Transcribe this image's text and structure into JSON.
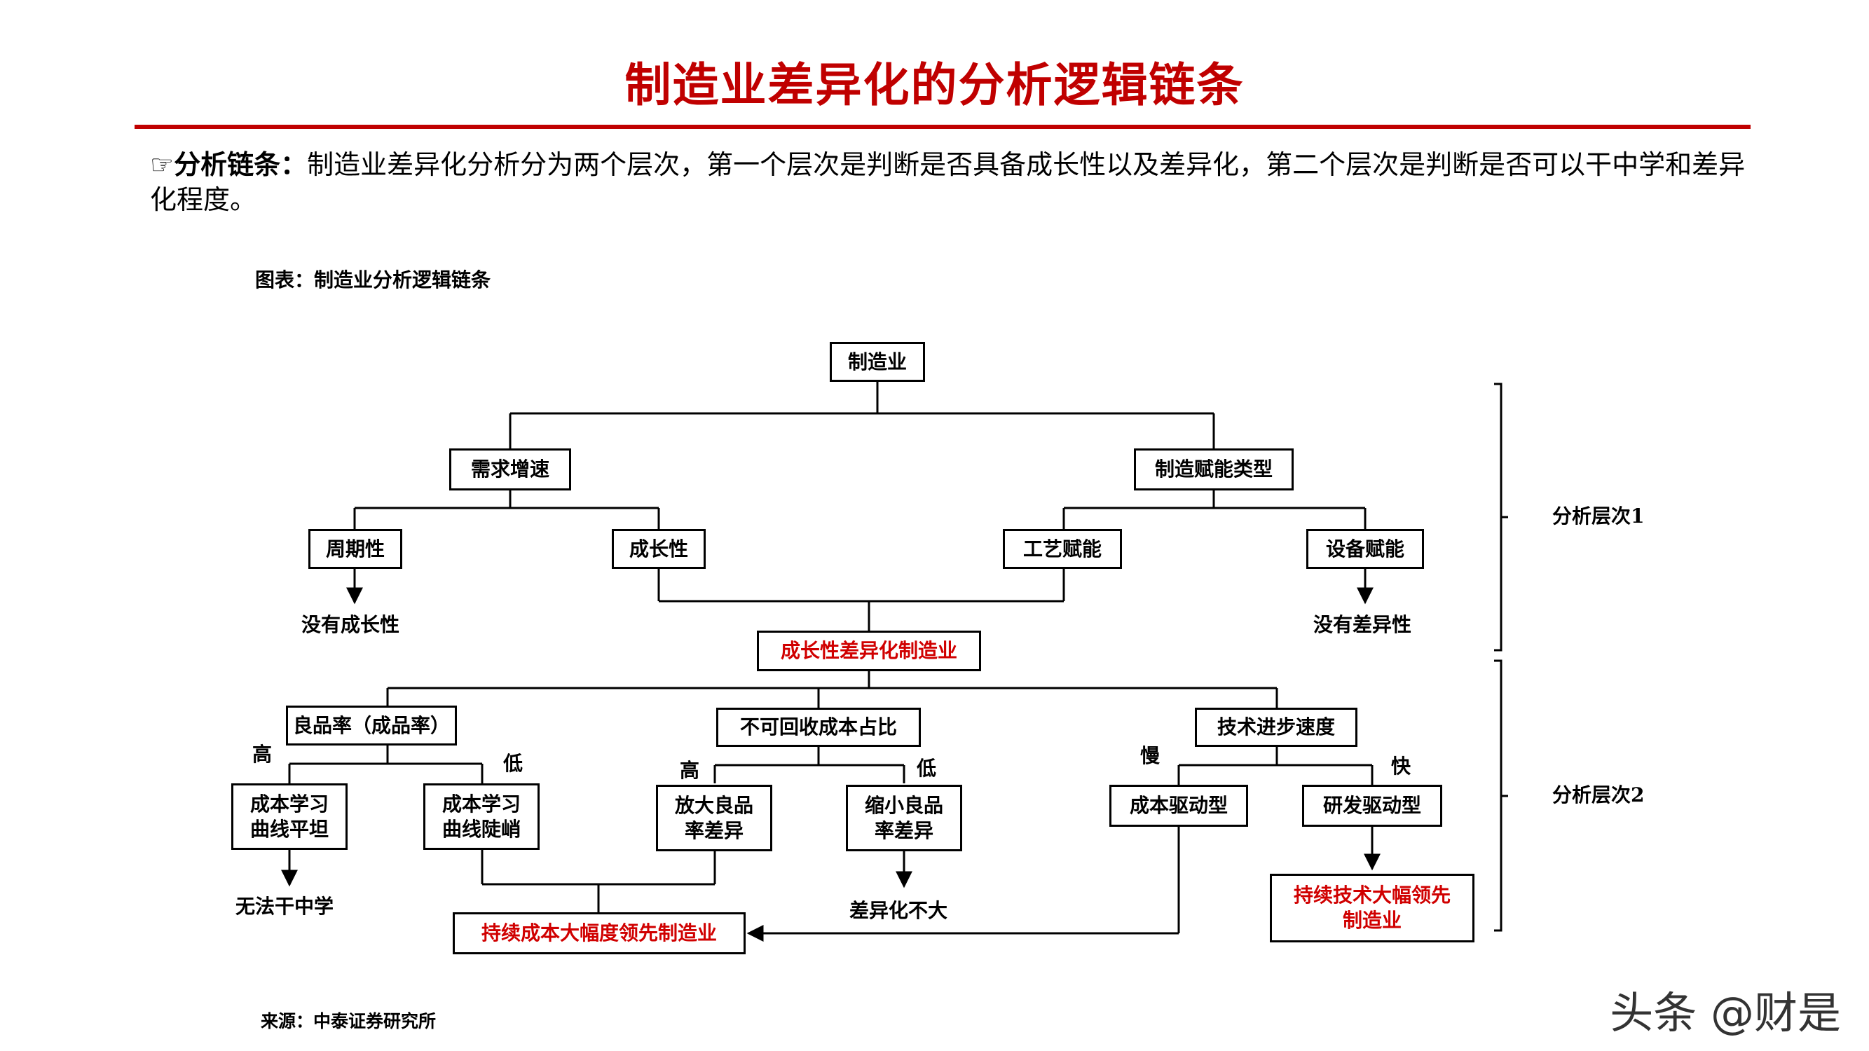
{
  "title": "制造业差异化的分析逻辑链条",
  "intro": {
    "icon": "☞",
    "lead": "分析链条：",
    "text": "制造业差异化分析分为两个层次，第一个层次是判断是否具备成长性以及差异化，第二个层次是判断是否可以干中学和差异化程度。"
  },
  "caption": "图表：制造业分析逻辑链条",
  "source": "来源：中泰证券研究所",
  "watermark": "头条 @财是",
  "nodes": {
    "root": "制造业",
    "demand": "需求增速",
    "empower": "制造赋能类型",
    "cyclical": "周期性",
    "growth": "成长性",
    "process": "工艺赋能",
    "equipment": "设备赋能",
    "growth_diff": "成长性差异化制造业",
    "yield": "良品率（成品率）",
    "sunk": "不可回收成本占比",
    "tech": "技术进步速度",
    "flat": "成本学习\n曲线平坦",
    "steep": "成本学习\n曲线陡峭",
    "enlarge": "放大良品\n率差异",
    "shrink": "缩小良品\n率差异",
    "cost_driven": "成本驱动型",
    "rd_driven": "研发驱动型",
    "cost_leader": "持续成本大幅度领先制造业",
    "tech_leader": "持续技术大幅领先\n制造业"
  },
  "outcomes": {
    "no_growth": "没有成长性",
    "no_diff": "没有差异性",
    "no_learning": "无法干中学",
    "small_diff": "差异化不大"
  },
  "tags": {
    "yield_high": "高",
    "yield_low": "低",
    "sunk_high": "高",
    "sunk_low": "低",
    "tech_slow": "慢",
    "tech_fast": "快"
  },
  "levels": {
    "level1": "分析层次1",
    "level2": "分析层次2"
  },
  "colors": {
    "accent": "#c00000",
    "highlight_text": "#d00000"
  }
}
